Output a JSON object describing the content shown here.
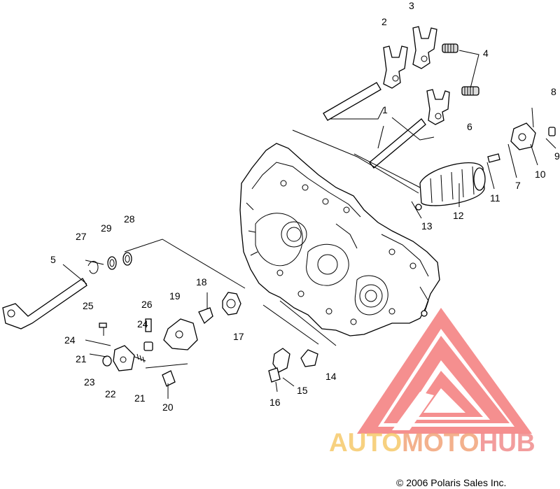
{
  "callouts": [
    {
      "id": "1",
      "text": "1"
    },
    {
      "id": "2",
      "text": "2"
    },
    {
      "id": "3",
      "text": "3"
    },
    {
      "id": "4",
      "text": "4"
    },
    {
      "id": "5",
      "text": "5"
    },
    {
      "id": "6",
      "text": "6"
    },
    {
      "id": "7",
      "text": "7"
    },
    {
      "id": "8",
      "text": "8"
    },
    {
      "id": "9",
      "text": "9"
    },
    {
      "id": "10",
      "text": "10"
    },
    {
      "id": "11",
      "text": "11"
    },
    {
      "id": "12",
      "text": "12"
    },
    {
      "id": "13",
      "text": "13"
    },
    {
      "id": "14",
      "text": "14"
    },
    {
      "id": "15",
      "text": "15"
    },
    {
      "id": "16",
      "text": "16"
    },
    {
      "id": "17",
      "text": "17"
    },
    {
      "id": "18",
      "text": "18"
    },
    {
      "id": "19",
      "text": "19"
    },
    {
      "id": "20",
      "text": "20"
    },
    {
      "id": "21a",
      "text": "21"
    },
    {
      "id": "21b",
      "text": "21"
    },
    {
      "id": "22",
      "text": "22"
    },
    {
      "id": "23",
      "text": "23"
    },
    {
      "id": "24a",
      "text": "24"
    },
    {
      "id": "24b",
      "text": "24"
    },
    {
      "id": "25",
      "text": "25"
    },
    {
      "id": "26",
      "text": "26"
    },
    {
      "id": "27",
      "text": "27"
    },
    {
      "id": "28",
      "text": "28"
    },
    {
      "id": "29",
      "text": "29"
    }
  ],
  "watermark": {
    "part1": "AUTO",
    "part2": "MOTO",
    "part3": "HUB",
    "color_light": "#f6c96a",
    "color_mid": "#f2a47a",
    "color_dark": "#f08c8c"
  },
  "copyright": "© 2006 Polaris Sales Inc.",
  "colors": {
    "lines": "#000000",
    "background": "#ffffff",
    "logo_red": "#f05a5a"
  }
}
